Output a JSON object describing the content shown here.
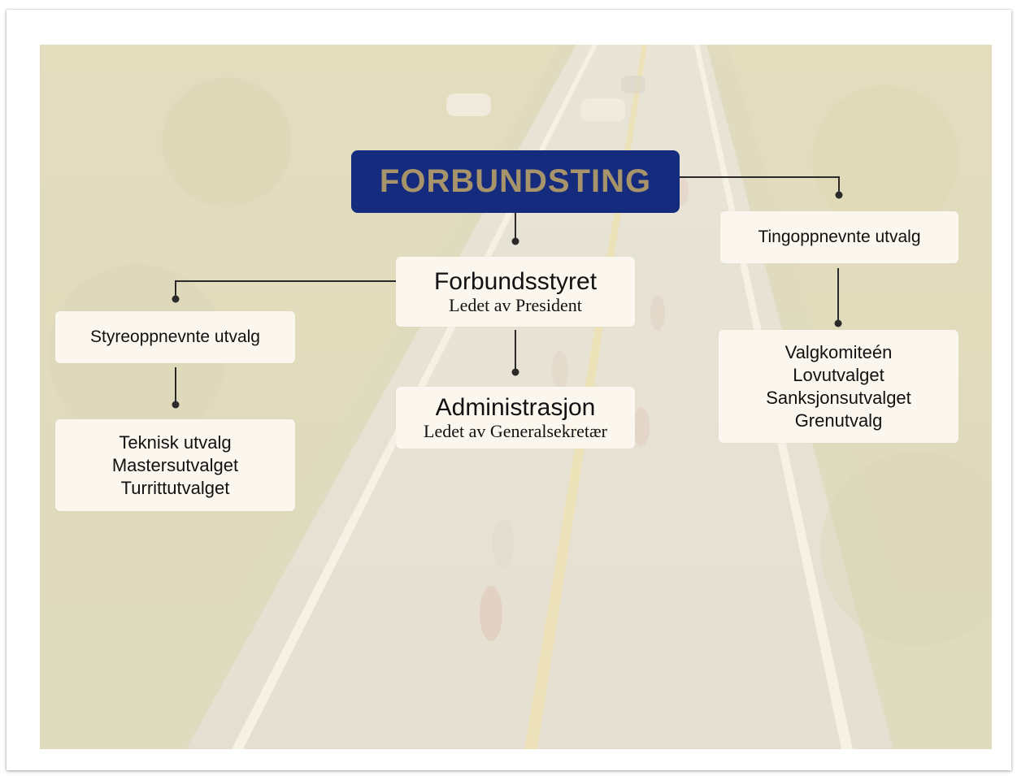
{
  "top": {
    "title": "FORBUNDSTING"
  },
  "board": {
    "title": "Forbundsstyret",
    "subtitle": "Ledet av President"
  },
  "admin": {
    "title": "Administrasjon",
    "subtitle": "Ledet av Generalsekretær"
  },
  "board_committees": {
    "title": "Styreoppnevnte utvalg",
    "items": [
      "Teknisk utvalg",
      "Mastersutvalget",
      "Turrittutvalget"
    ]
  },
  "congress_committees": {
    "title": "Tingoppnevnte utvalg",
    "items": [
      "Valgkomiteén",
      "Lovutvalget",
      "Sanksjonsutvalget",
      "Grenutvalg"
    ]
  },
  "colors": {
    "top_box": "#142b7e",
    "top_text": "#a8946a",
    "box_fill": "#fbf7ee",
    "connector": "#2a2a2a"
  }
}
